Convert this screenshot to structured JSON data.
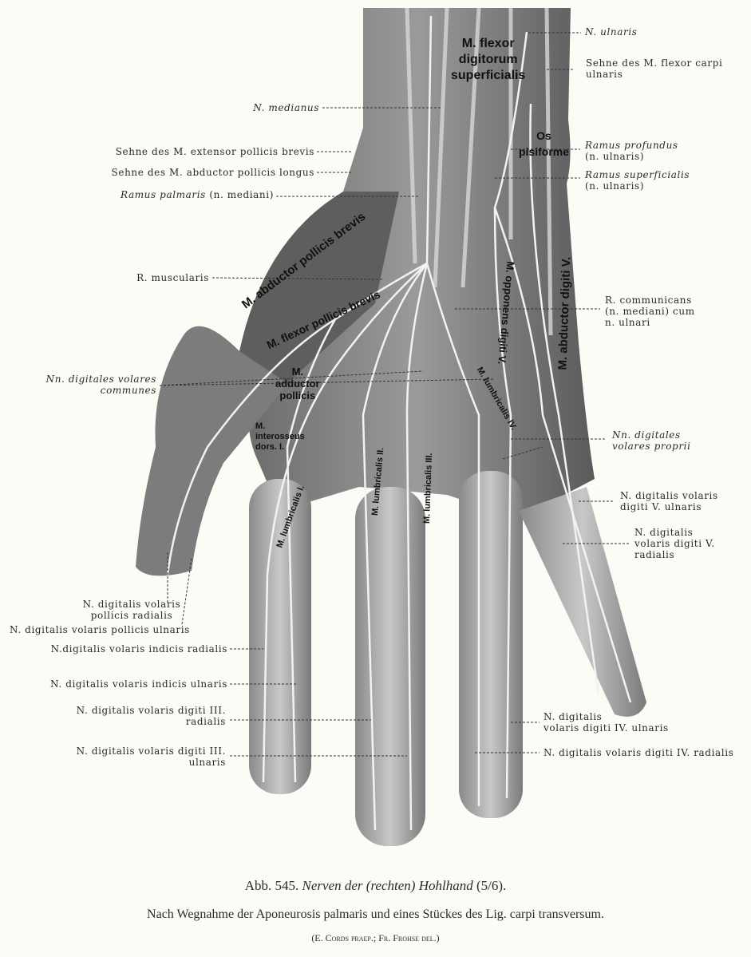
{
  "labels_left": {
    "n_medianus": "N. medianus",
    "sehne_extensor": "Sehne des M. extensor pollicis brevis",
    "sehne_abductor": "Sehne des M. abductor pollicis longus",
    "ramus_palmaris": "Ramus palmaris",
    "ramus_palmaris_note": "(n. mediani)",
    "r_muscularis": "R. muscularis",
    "nn_dig_communes_1": "Nn. digitales volares",
    "nn_dig_communes_2": "communes",
    "pollicis_radialis_1": "N. digitalis volaris",
    "pollicis_radialis_2": "pollicis radialis",
    "pollicis_ulnaris": "N. digitalis volaris pollicis ulnaris",
    "indicis_radialis": "N.digitalis volaris indicis radialis",
    "indicis_ulnaris": "N. digitalis volaris indicis ulnaris",
    "digiti3_radialis_1": "N. digitalis volaris digiti III.",
    "digiti3_radialis_2": "radialis",
    "digiti3_ulnaris_1": "N. digitalis volaris digiti III.",
    "digiti3_ulnaris_2": "ulnaris"
  },
  "labels_right": {
    "n_ulnaris": "N. ulnaris",
    "sehne_flexor_1": "Sehne des M. flexor carpi",
    "sehne_flexor_2": "ulnaris",
    "ramus_profundus_1": "Ramus profundus",
    "ramus_profundus_2": "(n. ulnaris)",
    "ramus_superficialis_1": "Ramus superficialis",
    "ramus_superficialis_2": "(n. ulnaris)",
    "r_communicans_1": "R. communicans",
    "r_communicans_2": "(n. mediani) cum",
    "r_communicans_3": "n. ulnari",
    "nn_proprii_1": "Nn. digitales",
    "nn_proprii_2": "volares proprii",
    "digiti5_ulnaris_1": "N. digitalis volaris",
    "digiti5_ulnaris_2": "digiti V. ulnaris",
    "digiti5_radialis_1": "N. digitalis",
    "digiti5_radialis_2": "volaris digiti V.",
    "digiti5_radialis_3": "radialis",
    "digiti4_ulnaris_1": "N. digitalis",
    "digiti4_ulnaris_2": "volaris digiti IV. ulnaris",
    "digiti4_radialis": "N. digitalis volaris digiti IV. radialis"
  },
  "muscle_labels": {
    "flexor_dig_1": "M. flexor",
    "flexor_dig_2": "digitorum",
    "flexor_dig_3": "superficialis",
    "os_1": "Os",
    "os_2": "pisiforme",
    "abd_poll_brevis": "M. abductor pollicis brevis",
    "flex_poll_brevis": "M. flexor pollicis brevis",
    "adductor_1": "M.",
    "adductor_2": "adductor",
    "adductor_3": "pollicis",
    "interosseus_1": "M.",
    "interosseus_2": "interosseus",
    "interosseus_3": "dors. I.",
    "lumb1": "M. lumbricalis I.",
    "lumb2": "M. lumbricalis II.",
    "lumb3": "M. lumbricalis III.",
    "lumb4": "M. lumbricalis IV.",
    "opponens": "M. opponens digiti V.",
    "abd_digiti": "M. abductor digiti V."
  },
  "caption": {
    "fig_no": "Abb. 545.",
    "title": "Nerven der (rechten) Hohlhand",
    "scale": "(5/6).",
    "line2": "Nach Wegnahme der Aponeurosis palmaris und eines Stückes des Lig. carpi transversum.",
    "credit_1": "(E. Cords praep.; ",
    "credit_2": "Fr. Frohse del.)"
  }
}
